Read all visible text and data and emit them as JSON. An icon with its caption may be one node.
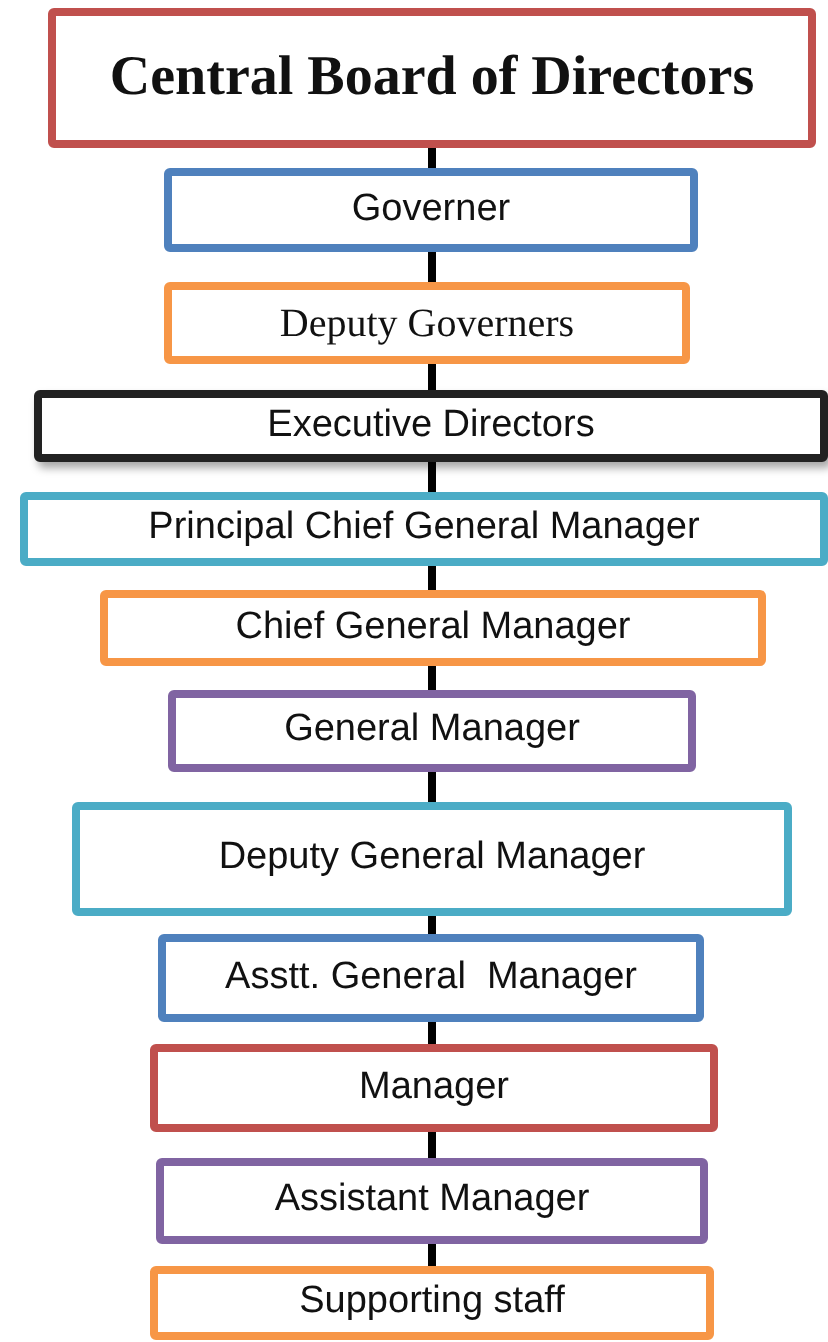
{
  "diagram": {
    "nodes": [
      {
        "text": [
          "Central Board of Directors"
        ]
      },
      {
        "text": [
          "Governer"
        ]
      },
      {
        "text": [
          "Deputy Governers"
        ]
      },
      {
        "text": [
          "Executive Directors"
        ]
      },
      {
        "text": [
          "Principal Chief General Manager"
        ]
      },
      {
        "text": [
          "Chief General Manager"
        ]
      },
      {
        "text": [
          "General Manager"
        ]
      },
      {
        "text": [
          "Deputy General Manager"
        ]
      },
      {
        "text": [
          "Asstt. General  Manager"
        ]
      },
      {
        "text": [
          "Manager"
        ]
      },
      {
        "text": [
          "Assistant Manager"
        ]
      },
      {
        "text": [
          "Supporting staff"
        ]
      }
    ],
    "edges": [
      {
        "from": 0,
        "to": 1,
        "arrow": "none"
      },
      {
        "from": 1,
        "to": 2,
        "arrow": "none"
      },
      {
        "from": 2,
        "to": 3,
        "arrow": "none"
      },
      {
        "from": 3,
        "to": 4,
        "arrow": "none"
      },
      {
        "from": 4,
        "to": 5,
        "arrow": "none"
      },
      {
        "from": 5,
        "to": 6,
        "arrow": "none"
      },
      {
        "from": 6,
        "to": 7,
        "arrow": "none"
      },
      {
        "from": 7,
        "to": 8,
        "arrow": "none"
      },
      {
        "from": 8,
        "to": 9,
        "arrow": "none"
      },
      {
        "from": 9,
        "to": 10,
        "arrow": "none"
      },
      {
        "from": 10,
        "to": 11,
        "arrow": "none"
      }
    ]
  }
}
